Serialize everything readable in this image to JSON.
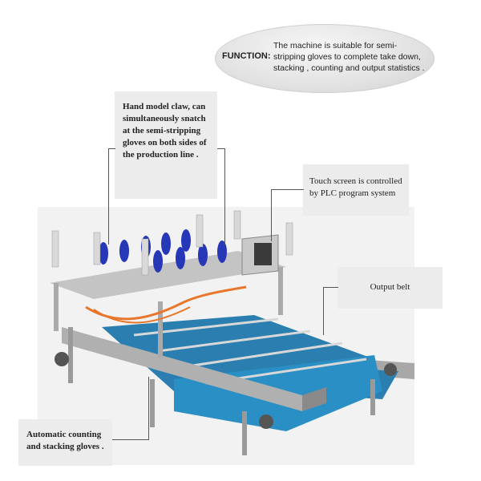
{
  "function_box": {
    "label": "FUNCTION:",
    "text": "The machine is suitable for semi-stripping gloves to complete take down, stacking , counting and output statistics ."
  },
  "callouts": {
    "claw": "Hand model claw, can simultaneously snatch at the semi-stripping gloves on both sides of the production line .",
    "touch_screen": "Touch screen is controlled by PLC program system",
    "output_belt": "Output belt",
    "counting": "Automatic counting and stacking gloves ."
  },
  "colors": {
    "belt": "#2b7fb0",
    "claw": "#2637b8",
    "frame": "#b8b8b8",
    "cable": "#e8762b",
    "callout_bg": "#ececec"
  }
}
